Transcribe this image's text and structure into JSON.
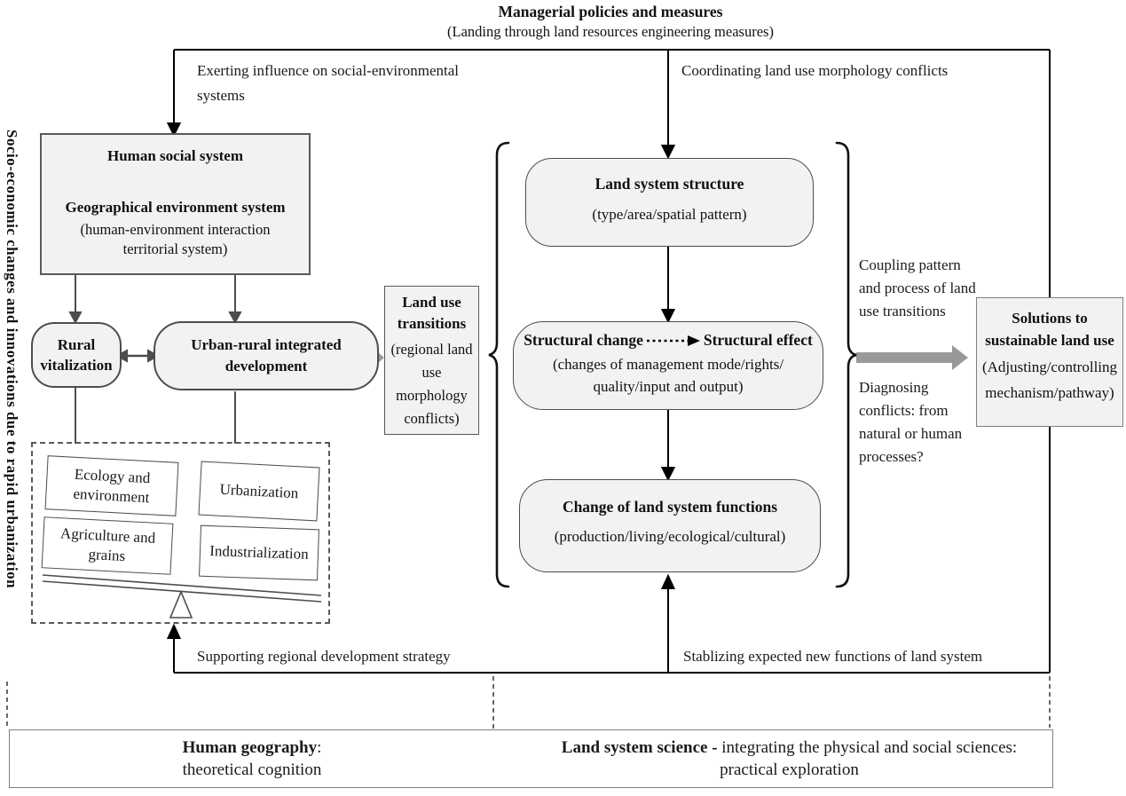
{
  "side_label": "Socio-economic changes and innovations due to rapid urbanization",
  "header": {
    "title": "Managerial policies and measures",
    "subtitle": "(Landing through land resources engineering measures)"
  },
  "edge_labels": {
    "exerting": "Exerting influence on social-environmental systems",
    "coordinating": "Coordinating land use morphology conflicts",
    "supporting": "Supporting regional development strategy",
    "stablizing": "Stablizing expected new functions of land system"
  },
  "human_env_box": {
    "title1": "Human social system",
    "title2": "Geographical environment system",
    "sub1": "(human-environment interaction",
    "sub2": "territorial system)"
  },
  "rural_box": "Rural vitalization",
  "urban_box": "Urban-rural integrated development",
  "drivers": {
    "ecology": "Ecology and environment",
    "urbanization": "Urbanization",
    "agriculture": "Agriculture and grains",
    "industrialization": "Industrialization"
  },
  "transitions_box": {
    "title": "Land use transitions",
    "subtitle": "(regional land use morphology conflicts)"
  },
  "structure_box": {
    "title": "Land system structure",
    "subtitle": "(type/area/spatial pattern)"
  },
  "structural_box": {
    "left": "Structural change",
    "right": "Structural effect",
    "sub1": "(changes of management mode/rights/",
    "sub2": "quality/input and output)"
  },
  "functions_box": {
    "title": "Change of land system functions",
    "subtitle": "(production/living/ecological/cultural)"
  },
  "coupling_text": "Coupling pattern and process of land use transitions",
  "diagnosing_text": "Diagnosing conflicts: from natural or human processes?",
  "solutions_box": {
    "title": "Solutions to sustainable land use",
    "sub1": "(Adjusting/controlling",
    "sub2": "mechanism/pathway)"
  },
  "bottom_bar": {
    "left_bold": "Human geography",
    "left_suffix": ":",
    "left_line2": "theoretical cognition",
    "right_bold": "Land system science -",
    "right_suffix": " integrating the physical and social sciences:",
    "right_line2": "practical exploration"
  },
  "colors": {
    "box_fill": "#f2f2f2",
    "line_black": "#000000",
    "gray_arrow": "#999999",
    "dark_gray": "#4d4d4d"
  }
}
